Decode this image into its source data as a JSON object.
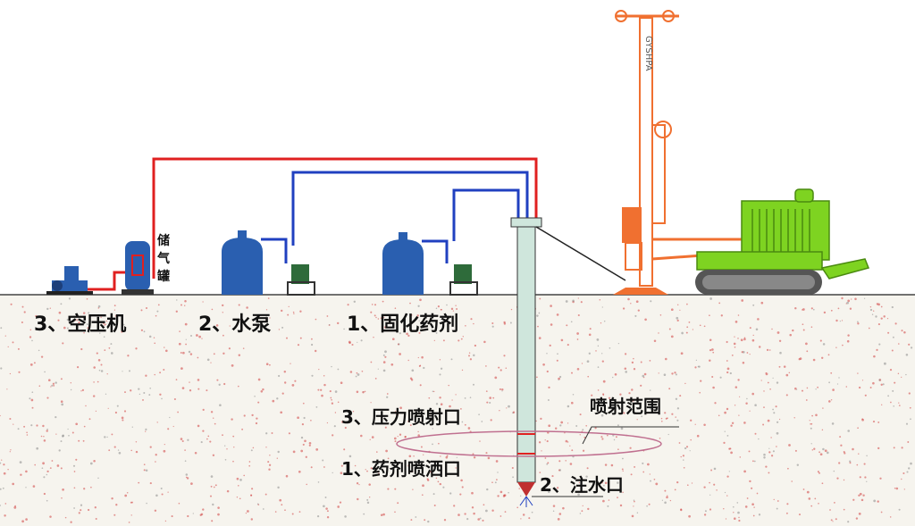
{
  "labels": {
    "compressor": "3、空压机",
    "water_pump": "2、水泵",
    "curing_agent": "1、固化药剂",
    "gas_tank": "储气罐",
    "pressure_nozzle": "3、压力喷射口",
    "spray_range": "喷射范围",
    "agent_nozzle": "1、药剂喷洒口",
    "water_inlet": "2、注水口",
    "rig_mast_text": "GYSHPA"
  },
  "colors": {
    "air_line": "#e02020",
    "water_line": "#2040c0",
    "tank_blue": "#2a5fb0",
    "rig_orange": "#f07030",
    "crawler_green": "#7ed321",
    "pipe_fill": "#cfe6dc",
    "soil_dot": "#d04040",
    "ground_line": "#444444",
    "spray_ring": "#c07090"
  }
}
